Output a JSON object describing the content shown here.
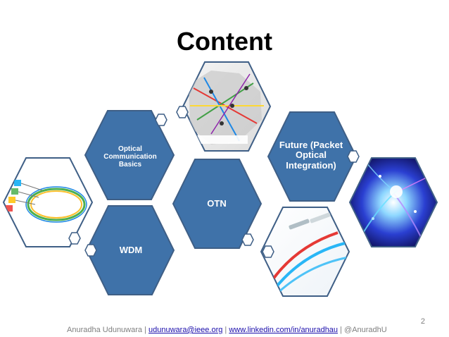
{
  "slide": {
    "title": "Content",
    "page_number": "2"
  },
  "hexagons": {
    "optical": "Optical Communication Basics",
    "otn": "OTN",
    "future": "Future (Packet Optical Integration)",
    "wdm": "WDM"
  },
  "images": {
    "map": "network map of optical routes",
    "wdm_diagram": "wavelength ring diagram",
    "fiber_glow": "glowing optical fibers",
    "cables": "fiber optic patch cables"
  },
  "footer": {
    "author": "Anuradha Udunuwara |",
    "email": "udunuwara@ieee.org",
    "sep1": "|",
    "linkedin": "www.linkedin.com/in/anuradhau",
    "sep2": "| @AnuradhU"
  },
  "colors": {
    "hex_fill": "#3f72a9",
    "hex_border": "#3f5f86",
    "small_hex": "#ffffff"
  }
}
